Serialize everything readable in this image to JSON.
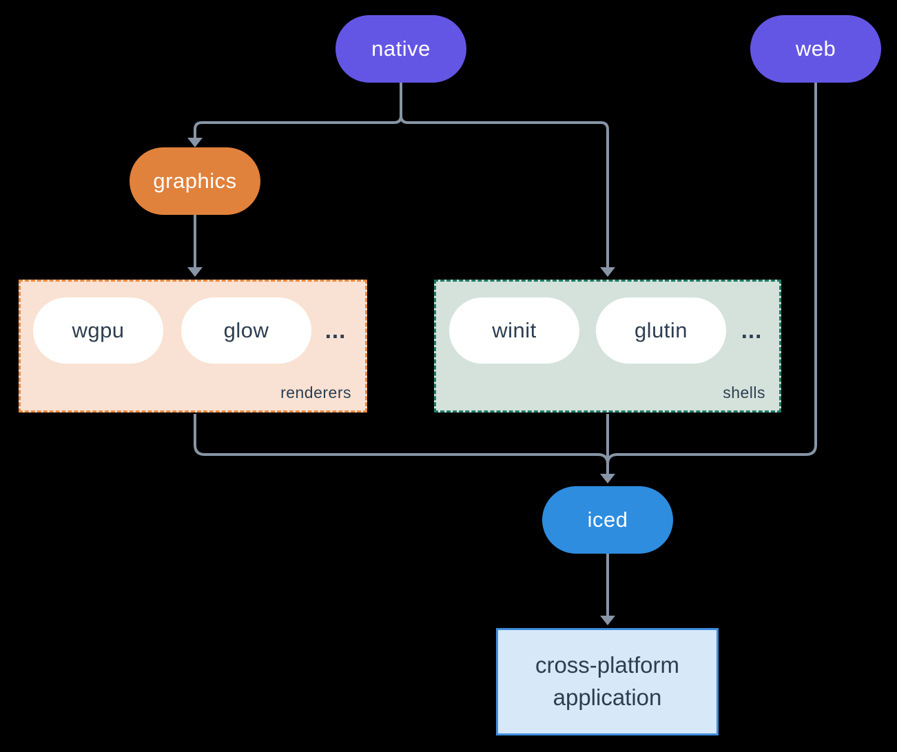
{
  "diagram": {
    "connector_color": "#8795A6",
    "text_dark": "#2D3E50",
    "nodes": {
      "native": {
        "label": "native",
        "color": "#6456E4",
        "text_color": "#FFFFFF"
      },
      "web": {
        "label": "web",
        "color": "#6456E4",
        "text_color": "#FFFFFF"
      },
      "graphics": {
        "label": "graphics",
        "color": "#E0813C",
        "text_color": "#FFFFFF"
      },
      "iced": {
        "label": "iced",
        "color": "#2E8DDF",
        "text_color": "#FFFFFF"
      },
      "wgpu": {
        "label": "wgpu",
        "color": "#FFFFFF"
      },
      "glow": {
        "label": "glow",
        "color": "#FFFFFF"
      },
      "winit": {
        "label": "winit",
        "color": "#FFFFFF"
      },
      "glutin": {
        "label": "glutin",
        "color": "#FFFFFF"
      }
    },
    "groups": {
      "renderers": {
        "label": "renderers",
        "ellipsis": "...",
        "bg": "#F9E2D3",
        "border": "#E8893F"
      },
      "shells": {
        "label": "shells",
        "ellipsis": "...",
        "bg": "#D4E2DB",
        "border": "#1E7A63"
      }
    },
    "application": {
      "label": "cross-platform application",
      "bg": "#D7E8F8",
      "border": "#3E8EDD"
    }
  }
}
